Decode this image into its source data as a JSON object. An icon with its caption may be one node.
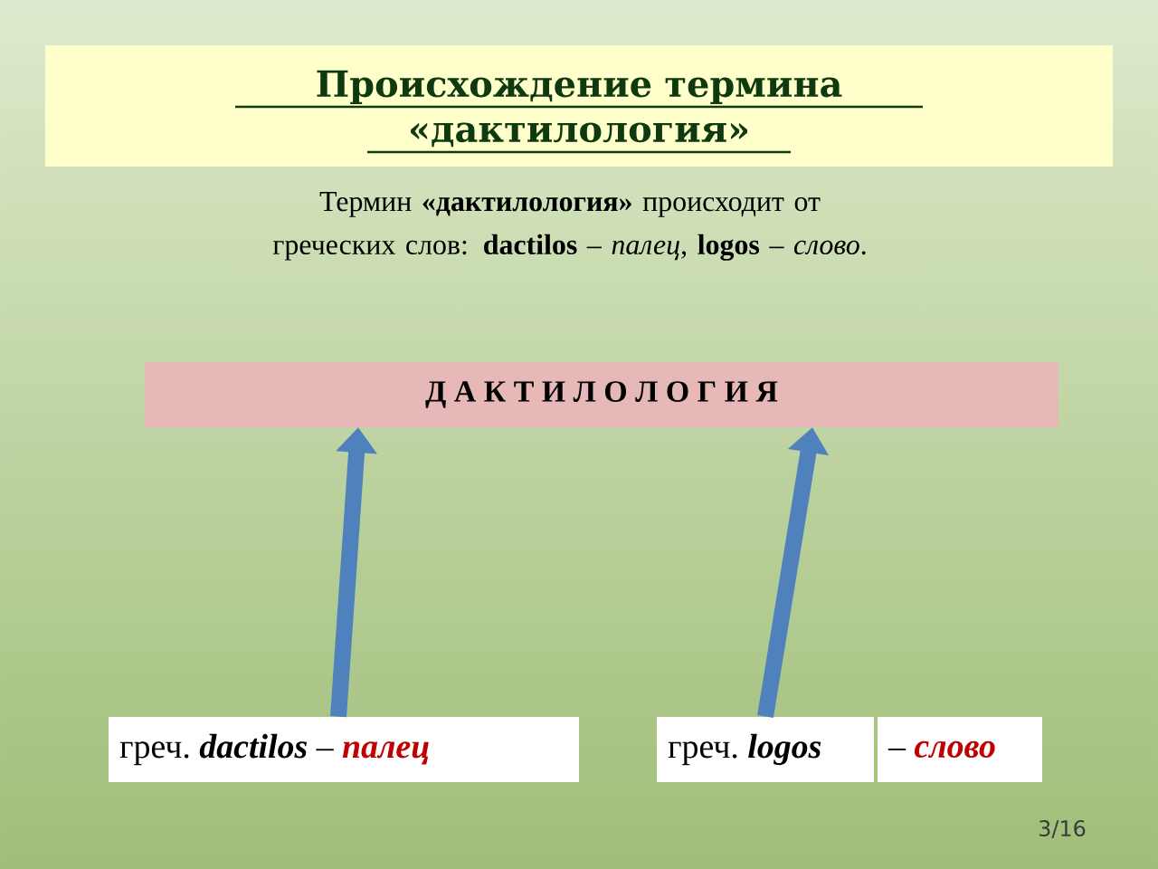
{
  "diagram": {
    "title": "Происхождение  термина  «дактилология»",
    "nodes": [
      {
        "text": [
          "Д А К Т И Л О Л О Г И Я"
        ]
      },
      {
        "text": [
          "греч.",
          "dactilos",
          "–",
          "палец"
        ]
      },
      {
        "text": [
          "греч.",
          "logos"
        ]
      },
      {
        "text": [
          "–",
          "слово"
        ]
      }
    ],
    "edges": [
      {
        "from": 1,
        "to": 0,
        "arrow": "to"
      },
      {
        "from": 2,
        "to": 0,
        "arrow": "to"
      }
    ],
    "labels": [
      "Термин  **«дактилология»**  происходит  от греческих  слов:  **dactilos** – *палец*,  **logos** – *слово*.",
      "3/16"
    ]
  }
}
